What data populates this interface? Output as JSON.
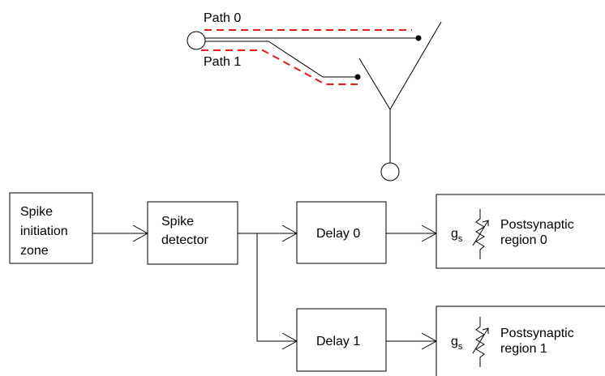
{
  "neuron_sketch": {
    "path_labels": [
      "Path 0",
      "Path 1"
    ],
    "path_color": "#e41a1c"
  },
  "blocks": {
    "spike_initiation": [
      "Spike",
      "initiation",
      "zone"
    ],
    "spike_detector": [
      "Spike",
      "detector"
    ],
    "delay_0": "Delay 0",
    "delay_1": "Delay 1"
  },
  "postsynaptic": [
    {
      "conductance_base": "g",
      "conductance_sub": "s",
      "label_lines": [
        "Postsynaptic",
        "region 0"
      ]
    },
    {
      "conductance_base": "g",
      "conductance_sub": "s",
      "label_lines": [
        "Postsynaptic",
        "region 1"
      ]
    }
  ]
}
